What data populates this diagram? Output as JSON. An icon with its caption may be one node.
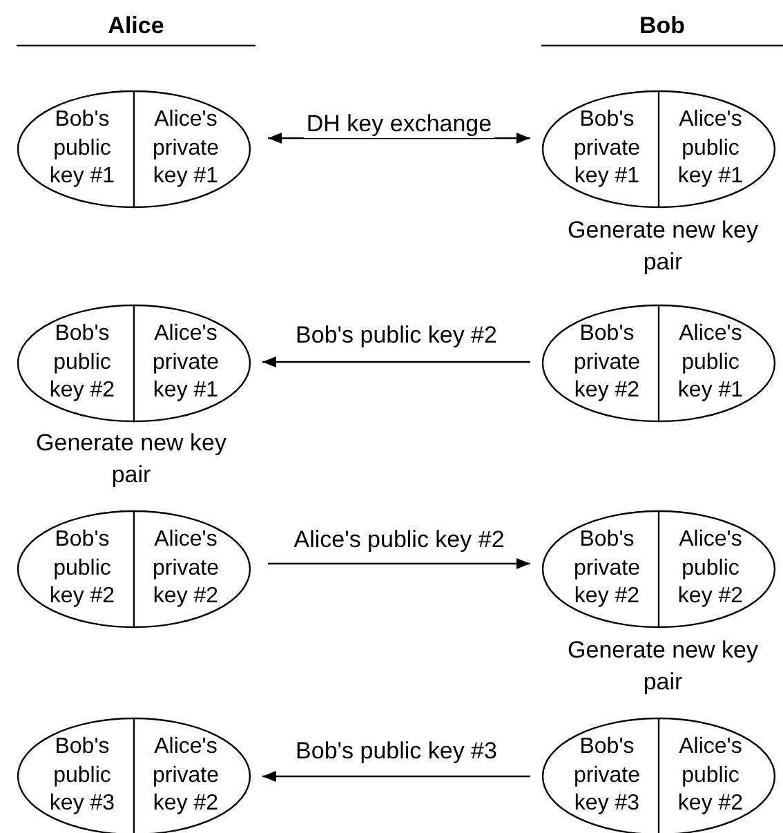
{
  "diagram": {
    "nodes": [
      {
        "text": [
          "Bob's public key #1",
          "Alice's private key #1"
        ]
      },
      {
        "text": [
          "Bob's private key #1",
          "Alice's public key #1"
        ]
      },
      {
        "text": [
          "Bob's public key #2",
          "Alice's private key #1"
        ]
      },
      {
        "text": [
          "Bob's private key #2",
          "Alice's public key #1"
        ]
      },
      {
        "text": [
          "Bob's public key #2",
          "Alice's private key #2"
        ]
      },
      {
        "text": [
          "Bob's private key #2",
          "Alice's public key #2"
        ]
      },
      {
        "text": [
          "Bob's public key #3",
          "Alice's private key #2"
        ]
      },
      {
        "text": [
          "Bob's private key #3",
          "Alice's public key #2"
        ]
      }
    ],
    "edges": [
      {
        "from": 0,
        "to": 1,
        "arrow": "both",
        "label": "DH key exchange"
      },
      {
        "from": 3,
        "to": 2,
        "arrow": "to",
        "label": "Bob's public key #2"
      },
      {
        "from": 4,
        "to": 5,
        "arrow": "to",
        "label": "Alice's public key #2"
      },
      {
        "from": 7,
        "to": 6,
        "arrow": "to",
        "label": "Bob's public key #3"
      }
    ],
    "labels": [
      "Alice",
      "Bob",
      "Generate new key pair",
      "Generate new key pair",
      "Generate new key pair"
    ]
  }
}
